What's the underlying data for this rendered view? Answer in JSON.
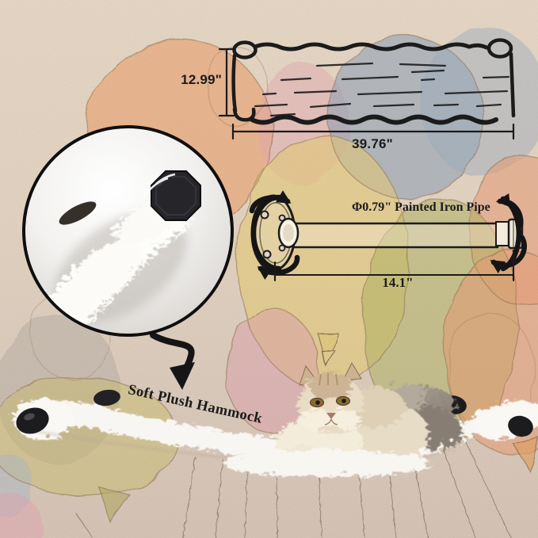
{
  "product_diagram": {
    "hammock_sketch": {
      "height_label": "12.99\"",
      "width_label": "39.76\""
    },
    "pipe_diagram": {
      "label": "Φ0.79\" Painted Iron Pipe",
      "length_label": "14.1\""
    },
    "callout": {
      "label": "Soft Plush Hammock"
    }
  },
  "icons": {
    "rotation_arrows": "rotation-arrow-icon",
    "down_arrow": "down-arrow-icon",
    "hex_nut": "hex-nut-cap"
  },
  "colors": {
    "background_top": "#e9dbca",
    "background_bottom": "#d8c8ba",
    "line": "#1b1b1b",
    "balloon_orange": "#ef9f67",
    "balloon_blue_gray": "#8da3ba",
    "balloon_yellow": "#e8cf7c",
    "balloon_green": "#b4b766",
    "balloon_salmon": "#eb9e79",
    "balloon_pink": "#dfa3b0",
    "balloon_olive": "#cdc06a",
    "plush_white": "#f8f6f2",
    "end_cap_black": "#1c1c1e",
    "string_brown": "#857565"
  }
}
